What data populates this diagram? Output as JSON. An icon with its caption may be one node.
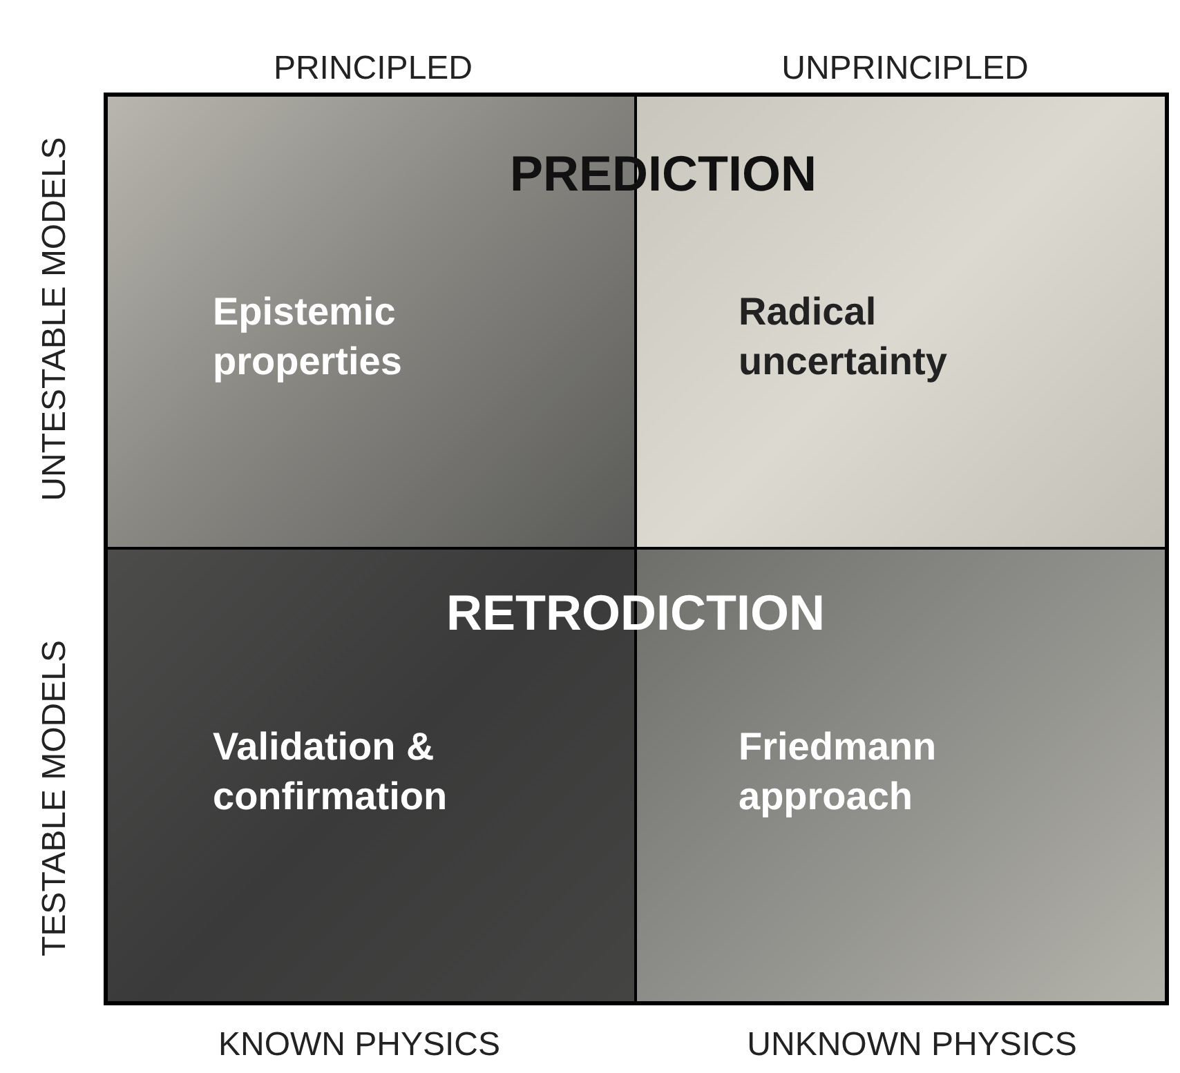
{
  "diagram": {
    "nodes": [
      {
        "text": [
          "Epistemic properties"
        ]
      },
      {
        "text": [
          "Radical uncertainty"
        ]
      },
      {
        "text": [
          "Validation & confirmation"
        ]
      },
      {
        "text": [
          "Friedmann approach"
        ]
      }
    ],
    "labels": [
      "PRINCIPLED",
      "UNPRINCIPLED",
      "UNTESTABLE MODELS",
      "PREDICTION",
      "TESTABLE MODELS",
      "RETRODICTION",
      "KNOWN PHYSICS",
      "UNKNOWN PHYSICS"
    ]
  }
}
